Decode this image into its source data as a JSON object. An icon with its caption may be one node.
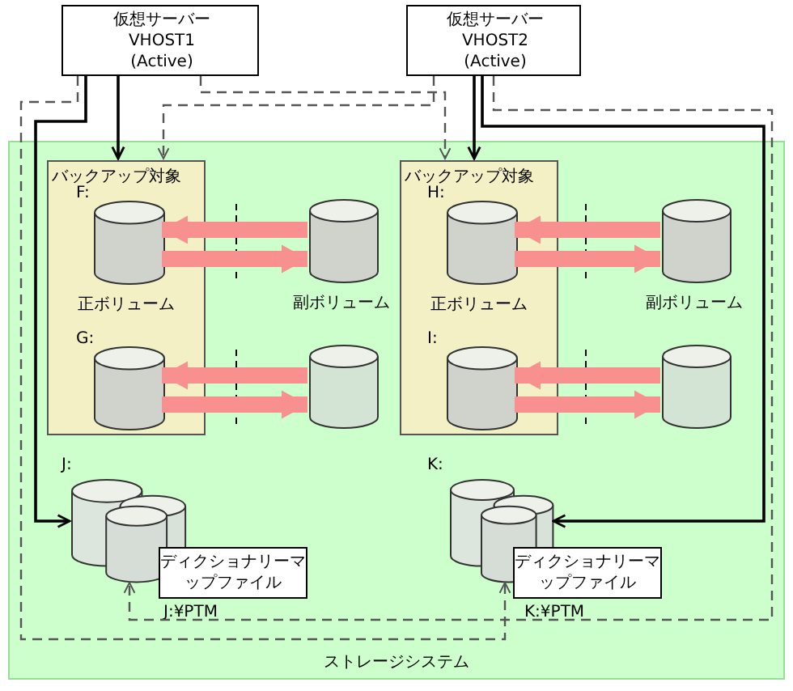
{
  "diagram": {
    "nodes": [
      {
        "text": [
          "ストレージシステム"
        ]
      },
      {
        "text": [
          "仮想サーバー VHOST1 (Active)"
        ]
      },
      {
        "text": [
          "仮想サーバー VHOST2 (Active)"
        ]
      },
      {
        "text": [
          "バックアップ対象"
        ],
        "in": 0
      },
      {
        "text": [],
        "shape": "cylinder",
        "in": 3,
        "beside": [
          "F:",
          "正ボリューム"
        ]
      },
      {
        "text": [],
        "shape": "cylinder",
        "in": 3,
        "beside": [
          "G:"
        ]
      },
      {
        "text": [],
        "shape": "cylinder",
        "in": 0,
        "beside": [
          "副ボリューム"
        ]
      },
      {
        "text": [],
        "shape": "cylinder",
        "in": 0
      },
      {
        "text": [
          "バックアップ対象"
        ],
        "in": 0
      },
      {
        "text": [],
        "shape": "cylinder",
        "in": 8,
        "beside": [
          "H:",
          "正ボリューム"
        ]
      },
      {
        "text": [],
        "shape": "cylinder",
        "in": 8,
        "beside": [
          "I:"
        ]
      },
      {
        "text": [],
        "shape": "cylinder",
        "in": 0,
        "beside": [
          "副ボリューム"
        ]
      },
      {
        "text": [],
        "shape": "cylinder",
        "in": 0
      },
      {
        "text": [],
        "shape": "cylinder",
        "in": 0,
        "beside": [
          "J:"
        ]
      },
      {
        "text": [
          "ディクショナリーマップファイル"
        ],
        "in": 0,
        "beside": [
          "J:¥PTM"
        ]
      },
      {
        "text": [],
        "shape": "cylinder",
        "in": 0,
        "beside": [
          "K:"
        ]
      },
      {
        "text": [
          "ディクショナリーマップファイル"
        ],
        "in": 0,
        "beside": [
          "K:¥PTM"
        ]
      }
    ],
    "edges": [
      {
        "from": 1,
        "to": 3,
        "arrow": "to",
        "color": "#000000"
      },
      {
        "from": 1,
        "to": 13,
        "arrow": "to",
        "color": "#000000"
      },
      {
        "from": 1,
        "to": 8,
        "arrow": "to",
        "style": "dashed",
        "color": "#555555"
      },
      {
        "from": 1,
        "to": 15,
        "arrow": "to",
        "style": "dashed",
        "color": "#555555"
      },
      {
        "from": 2,
        "to": 8,
        "arrow": "to",
        "color": "#000000"
      },
      {
        "from": 2,
        "to": 3,
        "arrow": "to",
        "style": "dashed",
        "color": "#555555"
      },
      {
        "from": 2,
        "to": 15,
        "arrow": "to",
        "color": "#000000"
      },
      {
        "from": 2,
        "to": 13,
        "arrow": "to",
        "style": "dashed",
        "color": "#555555"
      },
      {
        "from": 6,
        "to": 4,
        "arrow": "to",
        "style": "thick",
        "color": "#f89090"
      },
      {
        "from": 4,
        "to": 6,
        "arrow": "to",
        "style": "thick",
        "color": "#f89090"
      },
      {
        "from": 7,
        "to": 5,
        "arrow": "to",
        "style": "thick",
        "color": "#f89090"
      },
      {
        "from": 5,
        "to": 7,
        "arrow": "to",
        "style": "thick",
        "color": "#f89090"
      },
      {
        "from": 11,
        "to": 9,
        "arrow": "to",
        "style": "thick",
        "color": "#f89090"
      },
      {
        "from": 9,
        "to": 11,
        "arrow": "to",
        "style": "thick",
        "color": "#f89090"
      },
      {
        "from": 12,
        "to": 10,
        "arrow": "to",
        "style": "thick",
        "color": "#f89090"
      },
      {
        "from": 10,
        "to": 12,
        "arrow": "to",
        "style": "thick",
        "color": "#f89090"
      }
    ]
  }
}
